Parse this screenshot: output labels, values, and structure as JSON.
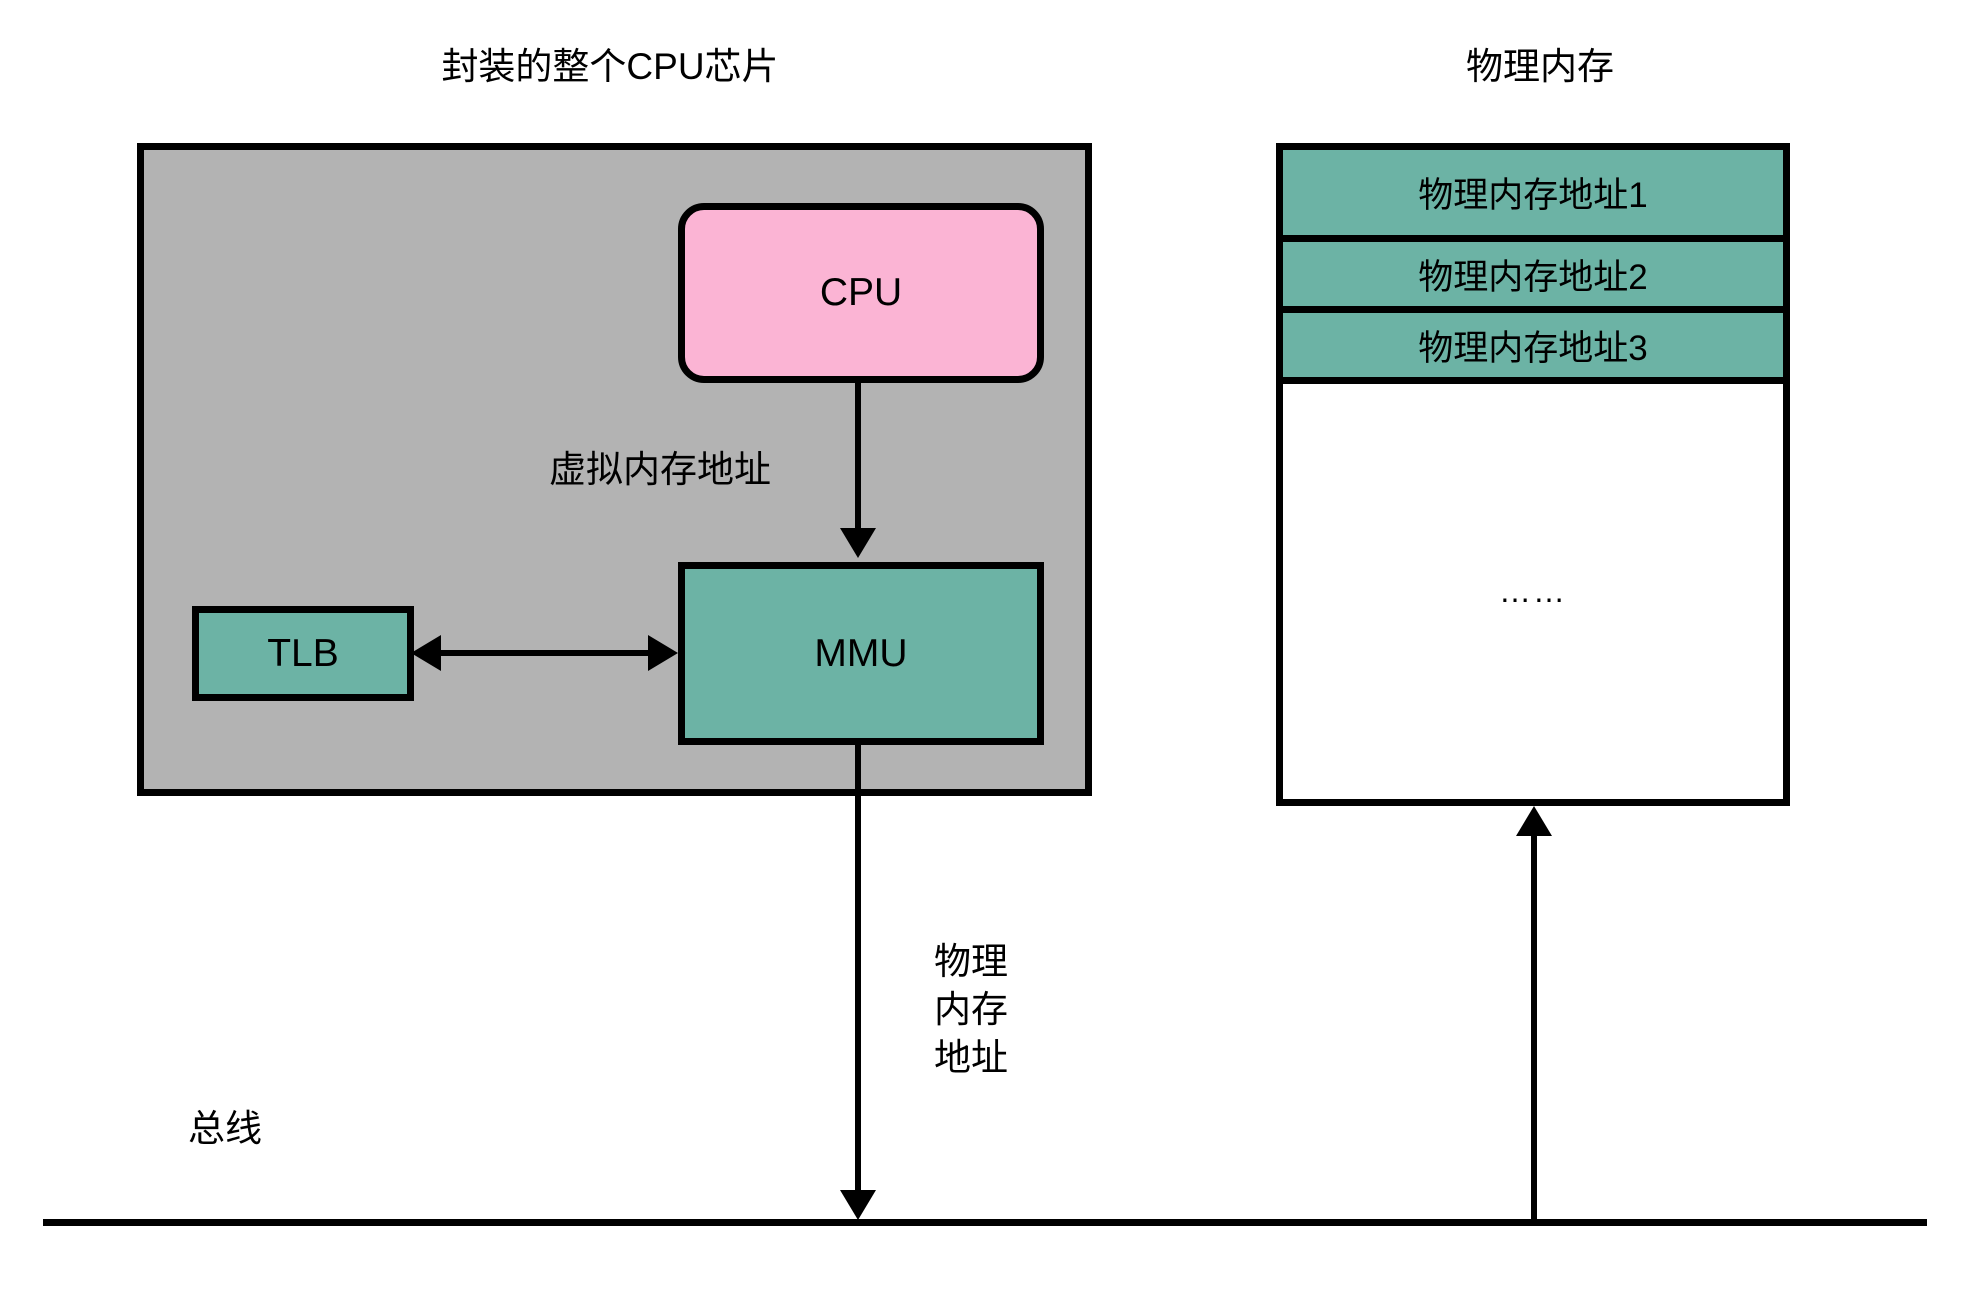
{
  "diagram": {
    "titles": {
      "cpu_chip": "封装的整个CPU芯片",
      "physical_memory": "物理内存"
    },
    "blocks": {
      "cpu": {
        "label": "CPU",
        "color": "#fbb4d4"
      },
      "mmu": {
        "label": "MMU",
        "color": "#6cb3a5"
      },
      "tlb": {
        "label": "TLB",
        "color": "#6cb3a5"
      },
      "chip_package": {
        "color": "#b3b3b3"
      }
    },
    "memory_cells": [
      {
        "label": "物理内存地址1"
      },
      {
        "label": "物理内存地址2"
      },
      {
        "label": "物理内存地址3"
      }
    ],
    "memory_ellipsis": "……",
    "edge_labels": {
      "virtual_address": "虚拟内存地址",
      "physical_address_line1": "物理",
      "physical_address_line2": "内存",
      "physical_address_line3": "地址"
    },
    "bus_label": "总线"
  }
}
